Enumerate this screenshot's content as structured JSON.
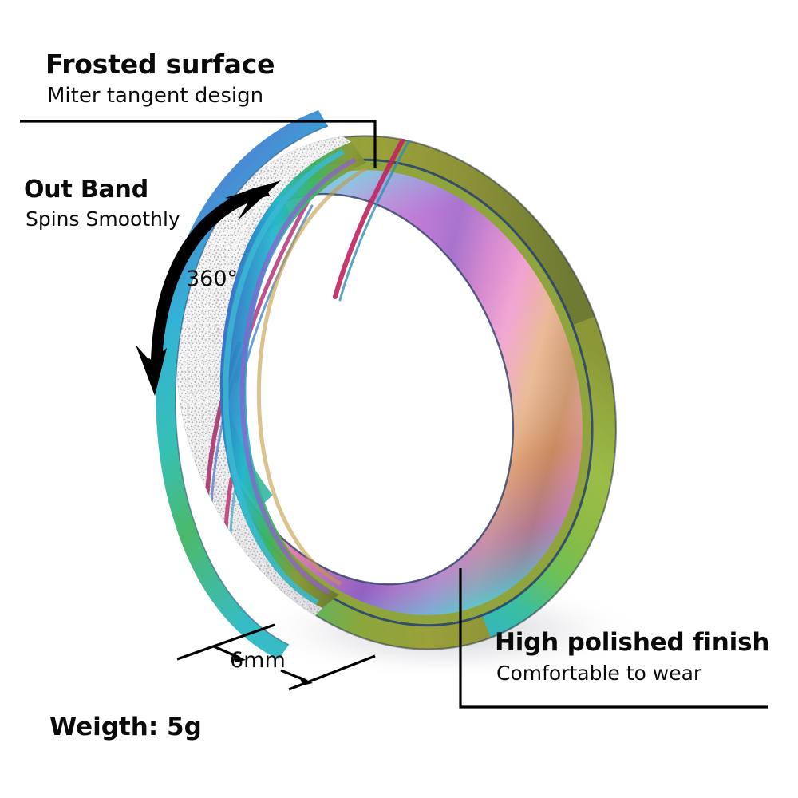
{
  "product": {
    "type": "rainbow-anodized-stainless-steel-spinner-ring",
    "background_color": "#ffffff",
    "text_color": "#0a0a0a"
  },
  "callouts": {
    "frosted": {
      "headline": "Frosted surface",
      "subline": "Miter tangent design"
    },
    "out_band": {
      "headline": "Out Band",
      "subline": "Spins Smoothly",
      "rotation_label": "360°"
    },
    "polished": {
      "headline": "High polished finish",
      "subline": "Comfortable to wear"
    }
  },
  "specs": {
    "width_label": "6mm",
    "weight_label": "Weigth: 5g"
  },
  "icons": {
    "rotation_arrow": "curved-double-arrow-icon",
    "dimension_arrow": "dimension-arrow-icon"
  },
  "colors": {
    "frosted_band": "#f2f2f2",
    "frosted_speckle": "#b9b9bd",
    "rim_olive": "#9aa03a",
    "rim_green": "#5eb85a",
    "rim_cyan": "#37c6d8",
    "rim_blue": "#3f6fc4",
    "rim_violet": "#8b5fd0",
    "rim_magenta": "#d94fc0",
    "rim_crimson": "#c0245f",
    "inner_pink": "#ef86d9",
    "inner_cyan": "#66dbe8",
    "inner_tan": "#c79a6a",
    "inner_purple": "#7b4fbf",
    "shadow": "#d9d9dd",
    "line": "#000000"
  }
}
